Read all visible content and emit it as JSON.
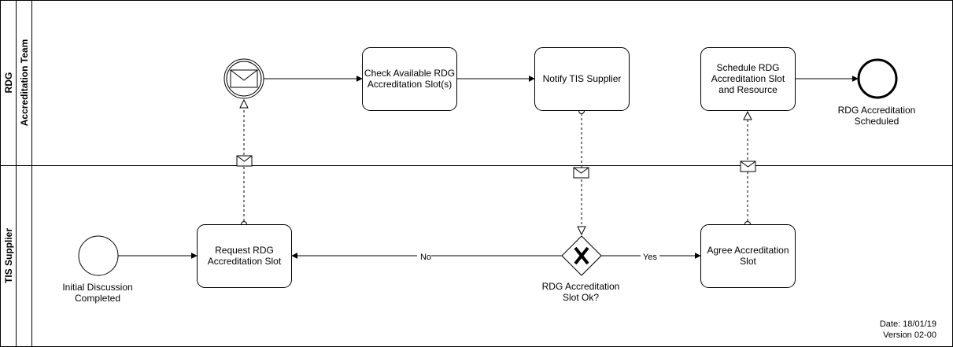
{
  "pool": {
    "lanes": [
      {
        "id": "rdg",
        "title_line1": "RDG",
        "title_line2": "Accreditation Team"
      },
      {
        "id": "tis",
        "title_line1": "TIS Supplier"
      }
    ]
  },
  "nodes": {
    "start": {
      "label_line1": "Initial Discussion",
      "label_line2": "Completed"
    },
    "request": {
      "label_line1": "Request RDG",
      "label_line2": "Accreditation Slot"
    },
    "gateway": {
      "label_line1": "RDG Accreditation",
      "label_line2": "Slot Ok?"
    },
    "agree": {
      "label_line1": "Agree Accreditation",
      "label_line2": "Slot"
    },
    "check": {
      "label_line1": "Check Available RDG",
      "label_line2": "Accreditation Slot(s)"
    },
    "notify": {
      "label_line1": "Notify TIS Supplier"
    },
    "schedule": {
      "label_line1": "Schedule RDG",
      "label_line2": "Accreditation Slot",
      "label_line3": "and Resource"
    },
    "end": {
      "label_line1": "RDG Accreditation",
      "label_line2": "Scheduled"
    }
  },
  "edges": {
    "no_label": "No",
    "yes_label": "Yes"
  },
  "footer": {
    "date": "Date: 18/01/19",
    "version": "Version 02-00"
  },
  "icons": {
    "message_event": "envelope-icon",
    "exclusive_gateway": "x-icon"
  }
}
